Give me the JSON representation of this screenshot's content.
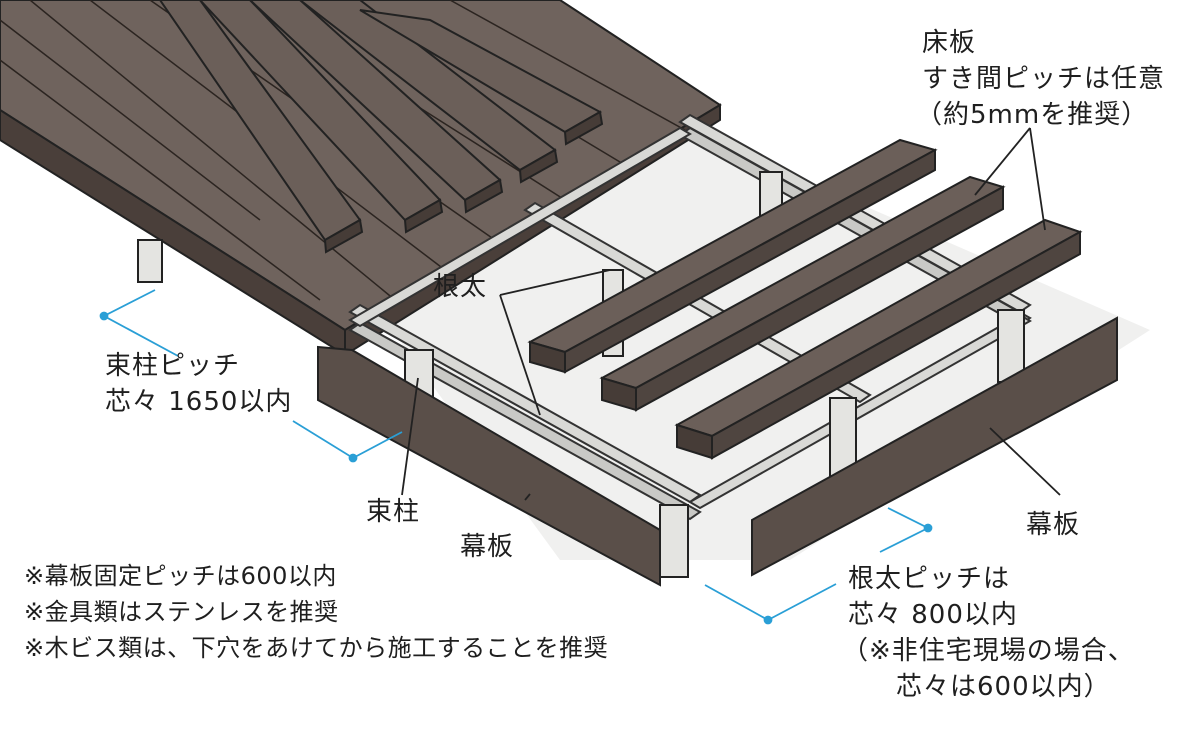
{
  "labels": {
    "floorboard": [
      "床板",
      "すき間ピッチは任意",
      "（約5mmを推奨）"
    ],
    "joist": "根太",
    "post_pitch": [
      "束柱ピッチ",
      "芯々 1650以内"
    ],
    "post": "束柱",
    "skirt_left": "幕板",
    "skirt_right": "幕板",
    "joist_pitch": [
      "根太ピッチは",
      "芯々 800以内",
      "（※非住宅現場の場合、",
      "芯々は600以内）"
    ]
  },
  "notes": [
    "※幕板固定ピッチは600以内",
    "※金具類はステンレスを推奨",
    "※木ビス類は、下穴をあけてから施工することを推奨"
  ],
  "colors": {
    "board": "#5e524c",
    "board_top": "#6f635d",
    "board_side": "#4a3f3a",
    "line": "#222222",
    "frame": "#d9d9d6",
    "dimension": "#2a9fd6",
    "shadow": "#ededed"
  }
}
